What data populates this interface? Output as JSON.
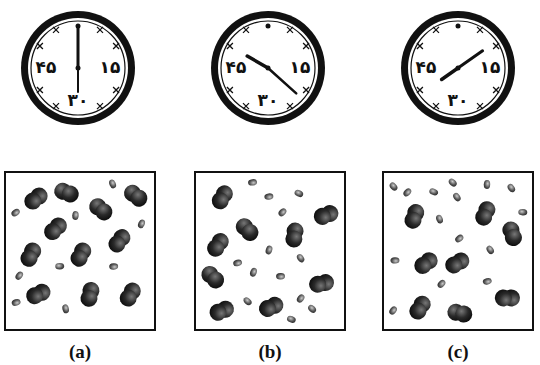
{
  "diagram": {
    "nodes": [
      {
        "text": [
          "۴۵",
          "۱۵",
          "۳۰"
        ]
      },
      {
        "text": [
          "۴۵",
          "۱۵",
          "۳۰"
        ]
      },
      {
        "text": [
          "۴۵",
          "۱۵",
          "۳۰"
        ]
      }
    ],
    "labels": [
      "(a)",
      "(b)",
      "(c)"
    ]
  }
}
